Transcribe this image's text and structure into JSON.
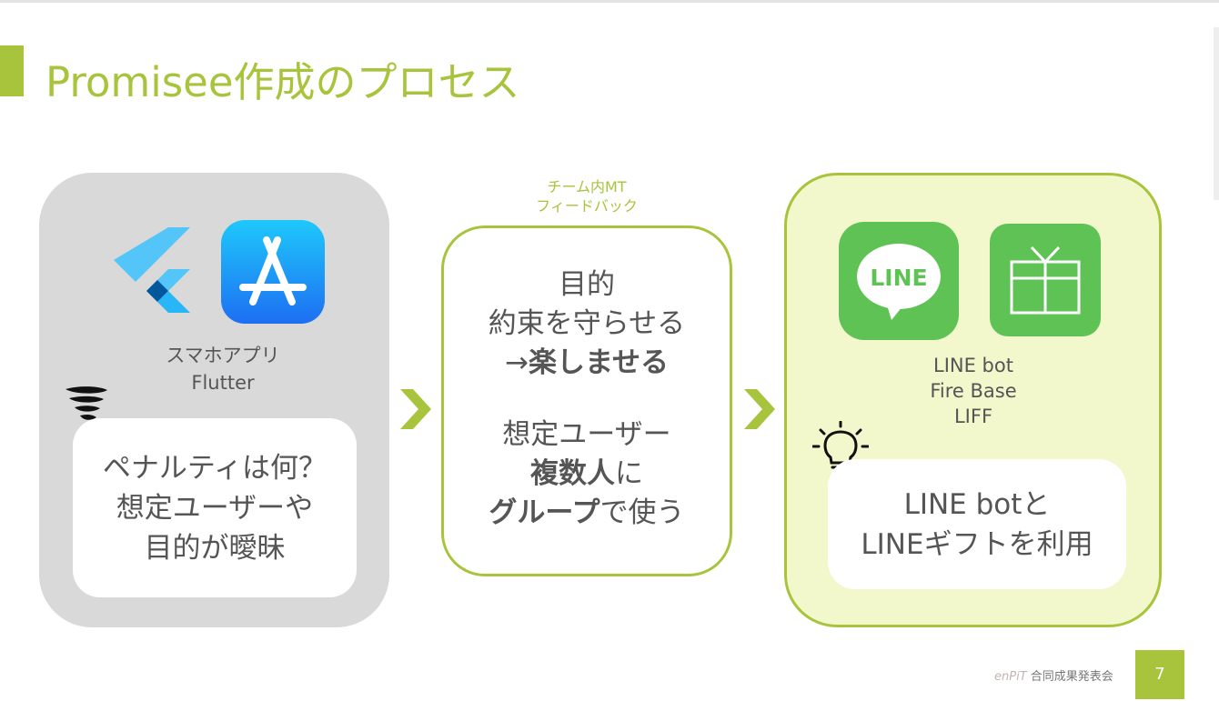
{
  "slide": {
    "title": "Promisee作成のプロセス",
    "page_number": "7",
    "footer": {
      "brand": "enPiT",
      "event": "合同成果発表会"
    }
  },
  "left_card": {
    "icons": [
      "flutter-logo-icon",
      "app-store-icon",
      "tornado-icon"
    ],
    "caption": [
      "スマホアプリ",
      "Flutter"
    ],
    "problem": [
      "ペナルティは何？",
      "想定ユーザーや",
      "目的が曖昧"
    ]
  },
  "feedback_label": [
    "チーム内MT",
    "フィードバック"
  ],
  "middle_card": {
    "purpose_heading": "目的",
    "purpose_line1": "約束を守らせる",
    "purpose_line2_prefix": "→",
    "purpose_line2_bold": "楽しませる",
    "users_heading": "想定ユーザー",
    "users_line1_bold": "複数人",
    "users_line1_suffix": "に",
    "users_line2_bold": "グループ",
    "users_line2_suffix": "で使う"
  },
  "right_card": {
    "icons": [
      "line-app-icon",
      "gift-icon",
      "lightbulb-icon"
    ],
    "line_logo_text": "LINE",
    "caption": [
      "LINE bot",
      "Fire Base",
      "LIFF"
    ],
    "solution": [
      "LINE botと",
      "LINEギフトを利用"
    ]
  },
  "colors": {
    "accent": "#a7c43c",
    "line_green": "#5ec254",
    "grey_card": "#d9d9d9",
    "green_card": "#f2f8cc",
    "text": "#555555"
  }
}
